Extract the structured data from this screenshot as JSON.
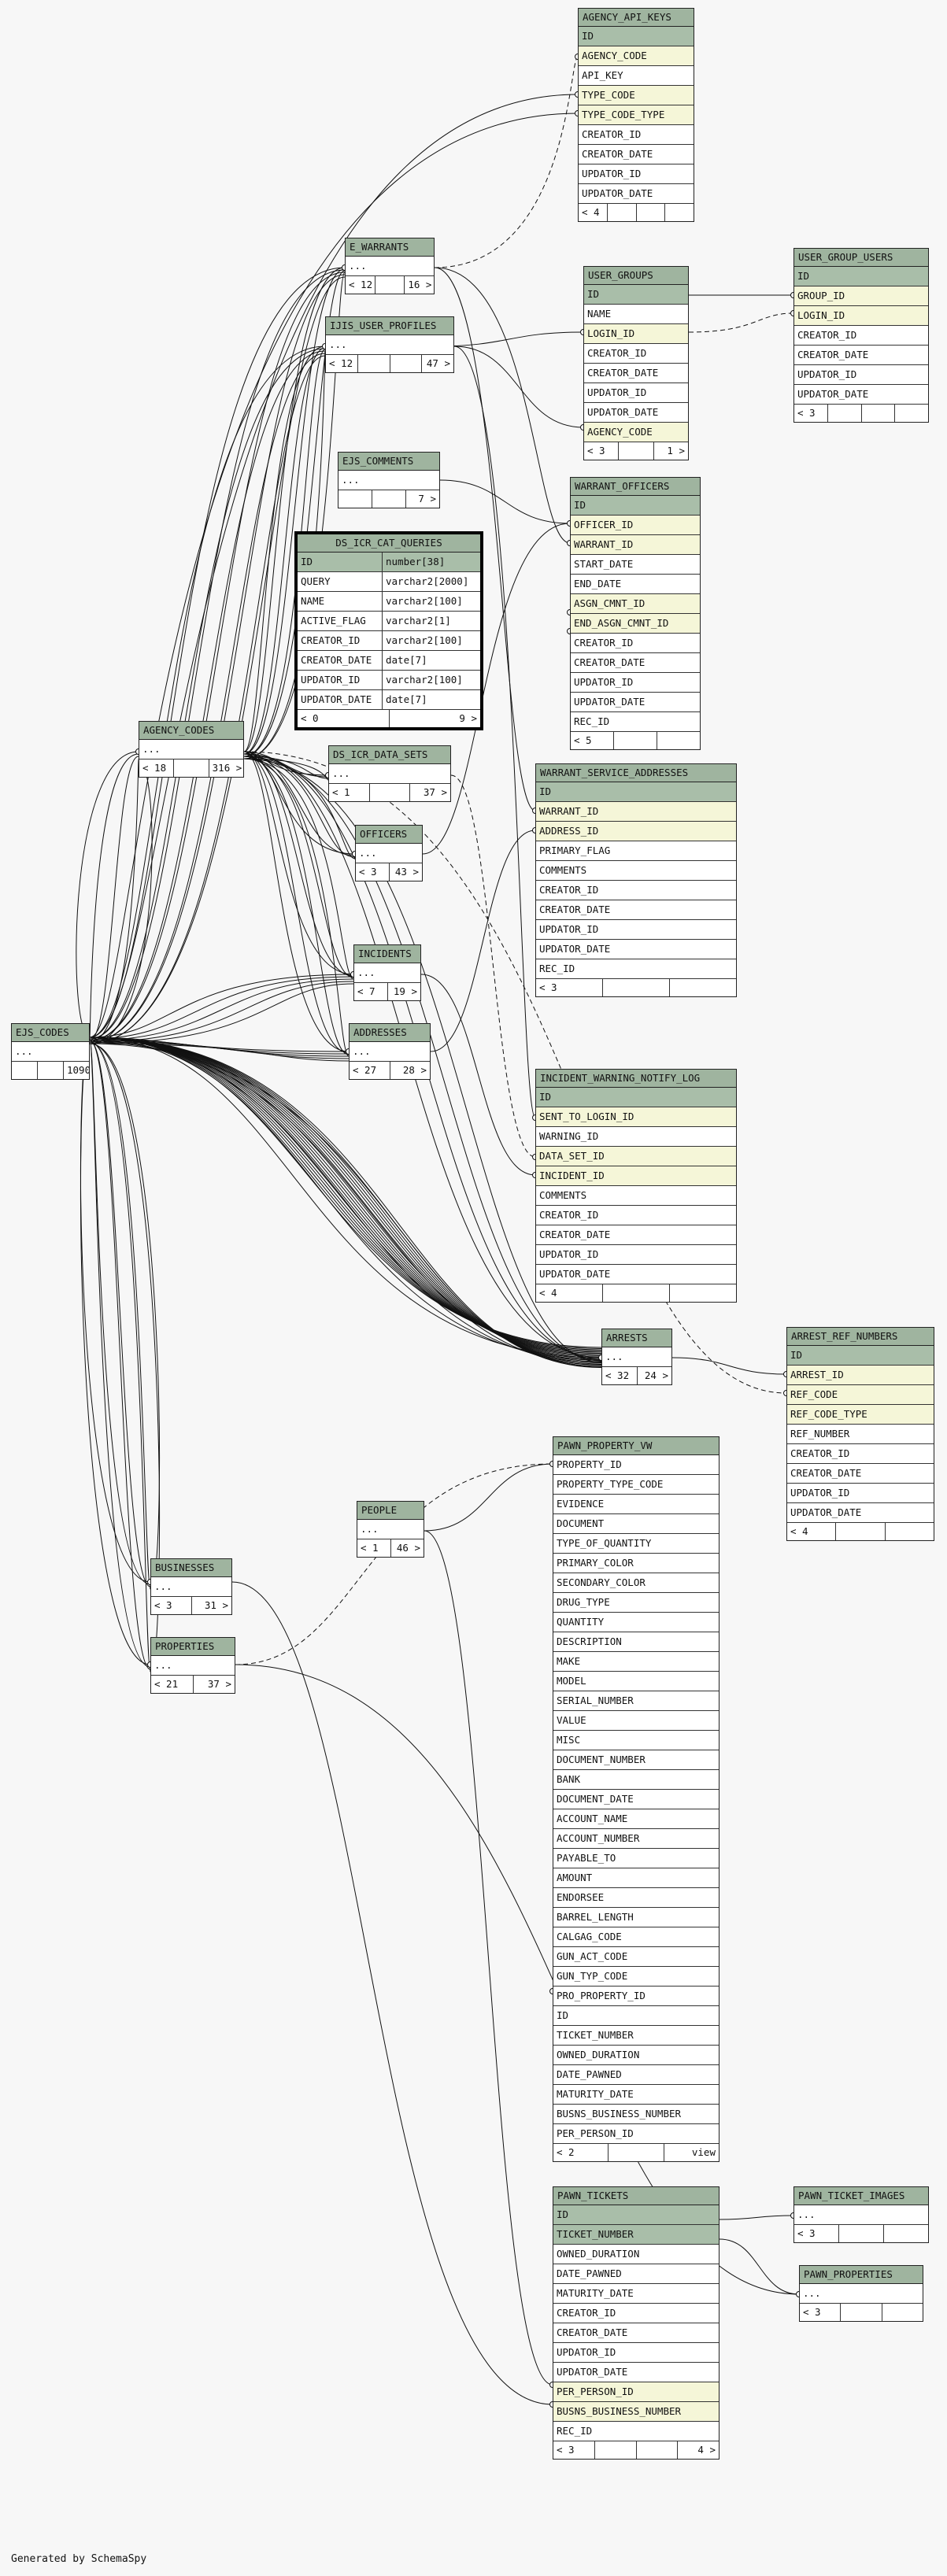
{
  "footer": "Generated by SchemaSpy",
  "tables": [
    {
      "id": "agency_api_keys",
      "title": "AGENCY_API_KEYS",
      "rows": [
        {
          "n": "ID",
          "k": "pk"
        },
        {
          "n": "AGENCY_CODE",
          "k": "fk"
        },
        {
          "n": "API_KEY"
        },
        {
          "n": "TYPE_CODE",
          "k": "fk"
        },
        {
          "n": "TYPE_CODE_TYPE",
          "k": "fk"
        },
        {
          "n": "CREATOR_ID"
        },
        {
          "n": "CREATOR_DATE"
        },
        {
          "n": "UPDATOR_ID"
        },
        {
          "n": "UPDATOR_DATE"
        }
      ],
      "foot": [
        "< 4",
        "",
        "",
        ""
      ]
    },
    {
      "id": "e_warrants",
      "title": "E_WARRANTS",
      "rows": [
        {
          "n": "..."
        }
      ],
      "foot": [
        "< 12",
        "",
        "16 >"
      ]
    },
    {
      "id": "ijis_user_profiles",
      "title": "IJIS_USER_PROFILES",
      "rows": [
        {
          "n": "..."
        }
      ],
      "foot": [
        "< 12",
        "",
        "",
        "47 >"
      ]
    },
    {
      "id": "user_groups",
      "title": "USER_GROUPS",
      "rows": [
        {
          "n": "ID",
          "k": "pk"
        },
        {
          "n": "NAME"
        },
        {
          "n": "LOGIN_ID",
          "k": "fk"
        },
        {
          "n": "CREATOR_ID"
        },
        {
          "n": "CREATOR_DATE"
        },
        {
          "n": "UPDATOR_ID"
        },
        {
          "n": "UPDATOR_DATE"
        },
        {
          "n": "AGENCY_CODE",
          "k": "fk"
        }
      ],
      "foot": [
        "< 3",
        "",
        "1 >"
      ]
    },
    {
      "id": "user_group_users",
      "title": "USER_GROUP_USERS",
      "rows": [
        {
          "n": "ID",
          "k": "pk"
        },
        {
          "n": "GROUP_ID",
          "k": "fk"
        },
        {
          "n": "LOGIN_ID",
          "k": "fk"
        },
        {
          "n": "CREATOR_ID"
        },
        {
          "n": "CREATOR_DATE"
        },
        {
          "n": "UPDATOR_ID"
        },
        {
          "n": "UPDATOR_DATE"
        }
      ],
      "foot": [
        "< 3",
        "",
        "",
        ""
      ]
    },
    {
      "id": "ejs_comments",
      "title": "EJS_COMMENTS",
      "rows": [
        {
          "n": "..."
        }
      ],
      "foot": [
        "",
        "",
        "7 >"
      ]
    },
    {
      "id": "ds_icr_cat_queries",
      "title": "DS_ICR_CAT_QUERIES",
      "focus": true,
      "rows": [
        {
          "n": "ID",
          "t": "number[38]",
          "k": "pk"
        },
        {
          "n": "QUERY",
          "t": "varchar2[2000]"
        },
        {
          "n": "NAME",
          "t": "varchar2[100]"
        },
        {
          "n": "ACTIVE_FLAG",
          "t": "varchar2[1]"
        },
        {
          "n": "CREATOR_ID",
          "t": "varchar2[100]"
        },
        {
          "n": "CREATOR_DATE",
          "t": "date[7]"
        },
        {
          "n": "UPDATOR_ID",
          "t": "varchar2[100]"
        },
        {
          "n": "UPDATOR_DATE",
          "t": "date[7]"
        }
      ],
      "foot": [
        "< 0",
        "9 >"
      ]
    },
    {
      "id": "warrant_officers",
      "title": "WARRANT_OFFICERS",
      "rows": [
        {
          "n": "ID",
          "k": "pk"
        },
        {
          "n": "OFFICER_ID",
          "k": "fk"
        },
        {
          "n": "WARRANT_ID",
          "k": "fk"
        },
        {
          "n": "START_DATE"
        },
        {
          "n": "END_DATE"
        },
        {
          "n": "ASGN_CMNT_ID",
          "k": "fk"
        },
        {
          "n": "END_ASGN_CMNT_ID",
          "k": "fk"
        },
        {
          "n": "CREATOR_ID"
        },
        {
          "n": "CREATOR_DATE"
        },
        {
          "n": "UPDATOR_ID"
        },
        {
          "n": "UPDATOR_DATE"
        },
        {
          "n": "REC_ID"
        }
      ],
      "foot": [
        "< 5",
        "",
        ""
      ]
    },
    {
      "id": "agency_codes",
      "title": "AGENCY_CODES",
      "rows": [
        {
          "n": "..."
        }
      ],
      "foot": [
        "< 18",
        "",
        "316 >"
      ]
    },
    {
      "id": "ds_icr_data_sets",
      "title": "DS_ICR_DATA_SETS",
      "rows": [
        {
          "n": "..."
        }
      ],
      "foot": [
        "< 1",
        "",
        "37 >"
      ]
    },
    {
      "id": "warrant_service_addresses",
      "title": "WARRANT_SERVICE_ADDRESSES",
      "rows": [
        {
          "n": "ID",
          "k": "pk"
        },
        {
          "n": "WARRANT_ID",
          "k": "fk"
        },
        {
          "n": "ADDRESS_ID",
          "k": "fk"
        },
        {
          "n": "PRIMARY_FLAG"
        },
        {
          "n": "COMMENTS"
        },
        {
          "n": "CREATOR_ID"
        },
        {
          "n": "CREATOR_DATE"
        },
        {
          "n": "UPDATOR_ID"
        },
        {
          "n": "UPDATOR_DATE"
        },
        {
          "n": "REC_ID"
        }
      ],
      "foot": [
        "< 3",
        "",
        ""
      ]
    },
    {
      "id": "officers",
      "title": "OFFICERS",
      "rows": [
        {
          "n": "..."
        }
      ],
      "foot": [
        "< 3",
        "43 >"
      ]
    },
    {
      "id": "incidents",
      "title": "INCIDENTS",
      "rows": [
        {
          "n": "..."
        }
      ],
      "foot": [
        "< 7",
        "19 >"
      ]
    },
    {
      "id": "ejs_codes",
      "title": "EJS_CODES",
      "rows": [
        {
          "n": "..."
        }
      ],
      "foot": [
        "",
        "",
        "1090 >"
      ]
    },
    {
      "id": "addresses",
      "title": "ADDRESSES",
      "rows": [
        {
          "n": "..."
        }
      ],
      "foot": [
        "< 27",
        "28 >"
      ]
    },
    {
      "id": "incident_warning_notify_log",
      "title": "INCIDENT_WARNING_NOTIFY_LOG",
      "rows": [
        {
          "n": "ID",
          "k": "pk"
        },
        {
          "n": "SENT_TO_LOGIN_ID",
          "k": "fk"
        },
        {
          "n": "WARNING_ID"
        },
        {
          "n": "DATA_SET_ID",
          "k": "fk"
        },
        {
          "n": "INCIDENT_ID",
          "k": "fk"
        },
        {
          "n": "COMMENTS"
        },
        {
          "n": "CREATOR_ID"
        },
        {
          "n": "CREATOR_DATE"
        },
        {
          "n": "UPDATOR_ID"
        },
        {
          "n": "UPDATOR_DATE"
        }
      ],
      "foot": [
        "< 4",
        "",
        ""
      ]
    },
    {
      "id": "arrests",
      "title": "ARRESTS",
      "rows": [
        {
          "n": "..."
        }
      ],
      "foot": [
        "< 32",
        "24 >"
      ]
    },
    {
      "id": "arrest_ref_numbers",
      "title": "ARREST_REF_NUMBERS",
      "rows": [
        {
          "n": "ID",
          "k": "pk"
        },
        {
          "n": "ARREST_ID",
          "k": "fk"
        },
        {
          "n": "REF_CODE",
          "k": "fk"
        },
        {
          "n": "REF_CODE_TYPE",
          "k": "fk"
        },
        {
          "n": "REF_NUMBER"
        },
        {
          "n": "CREATOR_ID"
        },
        {
          "n": "CREATOR_DATE"
        },
        {
          "n": "UPDATOR_ID"
        },
        {
          "n": "UPDATOR_DATE"
        }
      ],
      "foot": [
        "< 4",
        "",
        ""
      ]
    },
    {
      "id": "pawn_property_vw",
      "title": "PAWN_PROPERTY_VW",
      "rows": [
        {
          "n": "PROPERTY_ID"
        },
        {
          "n": "PROPERTY_TYPE_CODE"
        },
        {
          "n": "EVIDENCE"
        },
        {
          "n": "DOCUMENT"
        },
        {
          "n": "TYPE_OF_QUANTITY"
        },
        {
          "n": "PRIMARY_COLOR"
        },
        {
          "n": "SECONDARY_COLOR"
        },
        {
          "n": "DRUG_TYPE"
        },
        {
          "n": "QUANTITY"
        },
        {
          "n": "DESCRIPTION"
        },
        {
          "n": "MAKE"
        },
        {
          "n": "MODEL"
        },
        {
          "n": "SERIAL_NUMBER"
        },
        {
          "n": "VALUE"
        },
        {
          "n": "MISC"
        },
        {
          "n": "DOCUMENT_NUMBER"
        },
        {
          "n": "BANK"
        },
        {
          "n": "DOCUMENT_DATE"
        },
        {
          "n": "ACCOUNT_NAME"
        },
        {
          "n": "ACCOUNT_NUMBER"
        },
        {
          "n": "PAYABLE_TO"
        },
        {
          "n": "AMOUNT"
        },
        {
          "n": "ENDORSEE"
        },
        {
          "n": "BARREL_LENGTH"
        },
        {
          "n": "CALGAG_CODE"
        },
        {
          "n": "GUN_ACT_CODE"
        },
        {
          "n": "GUN_TYP_CODE"
        },
        {
          "n": "PRO_PROPERTY_ID"
        },
        {
          "n": "ID"
        },
        {
          "n": "TICKET_NUMBER"
        },
        {
          "n": "OWNED_DURATION"
        },
        {
          "n": "DATE_PAWNED"
        },
        {
          "n": "MATURITY_DATE"
        },
        {
          "n": "BUSNS_BUSINESS_NUMBER"
        },
        {
          "n": "PER_PERSON_ID"
        }
      ],
      "foot": [
        "< 2",
        "",
        "view"
      ]
    },
    {
      "id": "people",
      "title": "PEOPLE",
      "rows": [
        {
          "n": "..."
        }
      ],
      "foot": [
        "< 1",
        "46 >"
      ]
    },
    {
      "id": "businesses",
      "title": "BUSINESSES",
      "rows": [
        {
          "n": "..."
        }
      ],
      "foot": [
        "< 3",
        "31 >"
      ]
    },
    {
      "id": "properties",
      "title": "PROPERTIES",
      "rows": [
        {
          "n": "..."
        }
      ],
      "foot": [
        "< 21",
        "37 >"
      ]
    },
    {
      "id": "pawn_tickets",
      "title": "PAWN_TICKETS",
      "rows": [
        {
          "n": "ID",
          "k": "pk"
        },
        {
          "n": "TICKET_NUMBER",
          "k": "pk"
        },
        {
          "n": "OWNED_DURATION"
        },
        {
          "n": "DATE_PAWNED"
        },
        {
          "n": "MATURITY_DATE"
        },
        {
          "n": "CREATOR_ID"
        },
        {
          "n": "CREATOR_DATE"
        },
        {
          "n": "UPDATOR_ID"
        },
        {
          "n": "UPDATOR_DATE"
        },
        {
          "n": "PER_PERSON_ID",
          "k": "fk"
        },
        {
          "n": "BUSNS_BUSINESS_NUMBER",
          "k": "fk"
        },
        {
          "n": "REC_ID"
        }
      ],
      "foot": [
        "< 3",
        "",
        "",
        "4 >"
      ]
    },
    {
      "id": "pawn_ticket_images",
      "title": "PAWN_TICKET_IMAGES",
      "rows": [
        {
          "n": "..."
        }
      ],
      "foot": [
        "< 3",
        "",
        ""
      ]
    },
    {
      "id": "pawn_properties",
      "title": "PAWN_PROPERTIES",
      "rows": [
        {
          "n": "..."
        }
      ],
      "foot": [
        "< 3",
        "",
        ""
      ]
    }
  ]
}
